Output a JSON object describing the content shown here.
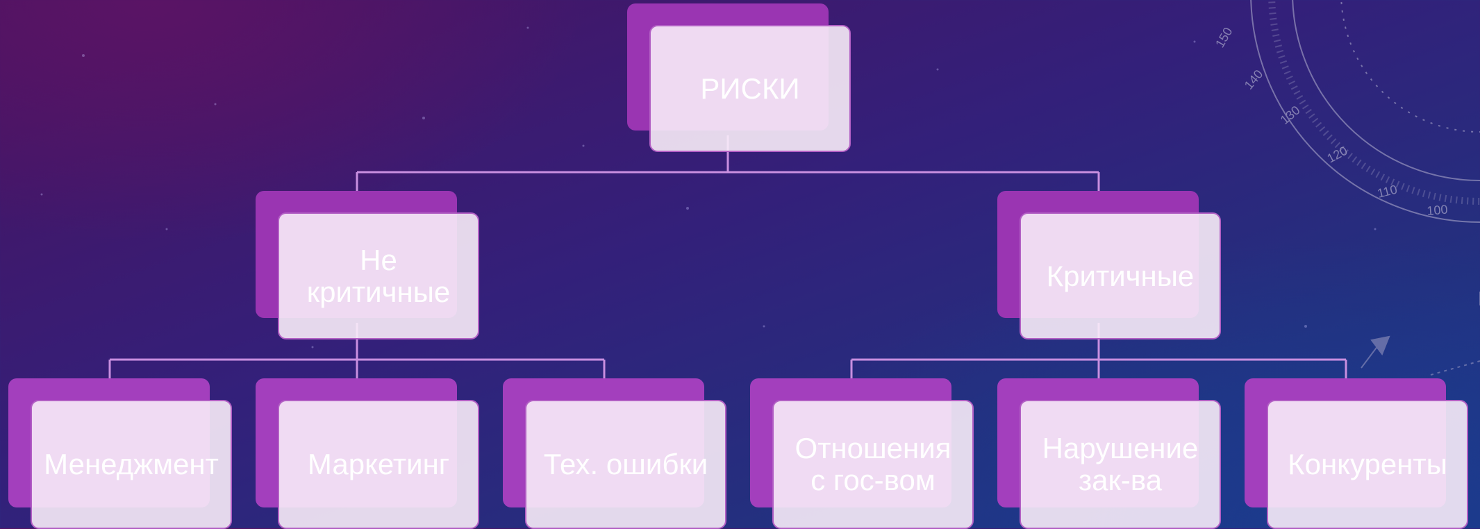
{
  "diagram": {
    "root": {
      "label": "РИСКИ"
    },
    "level1": [
      {
        "label": "Не критичные"
      },
      {
        "label": "Критичные"
      }
    ],
    "level2_noncritical": [
      {
        "label": "Менеджмент"
      },
      {
        "label": "Маркетинг"
      },
      {
        "label": "Тех. ошибки"
      }
    ],
    "level2_critical": [
      {
        "label": "Отношения с гос-вом"
      },
      {
        "label": "Нарушение зак-ва"
      },
      {
        "label": "Конкуренты"
      }
    ]
  },
  "decoration": {
    "dial_numbers": [
      "150",
      "140",
      "130",
      "120",
      "110",
      "100"
    ],
    "colors": {
      "connector": "#c98fe0",
      "box_back": "#9a35b2",
      "box_front": "#f6eaf6",
      "box_border": "#b25fc4",
      "dial": "#a9a6c9"
    }
  }
}
